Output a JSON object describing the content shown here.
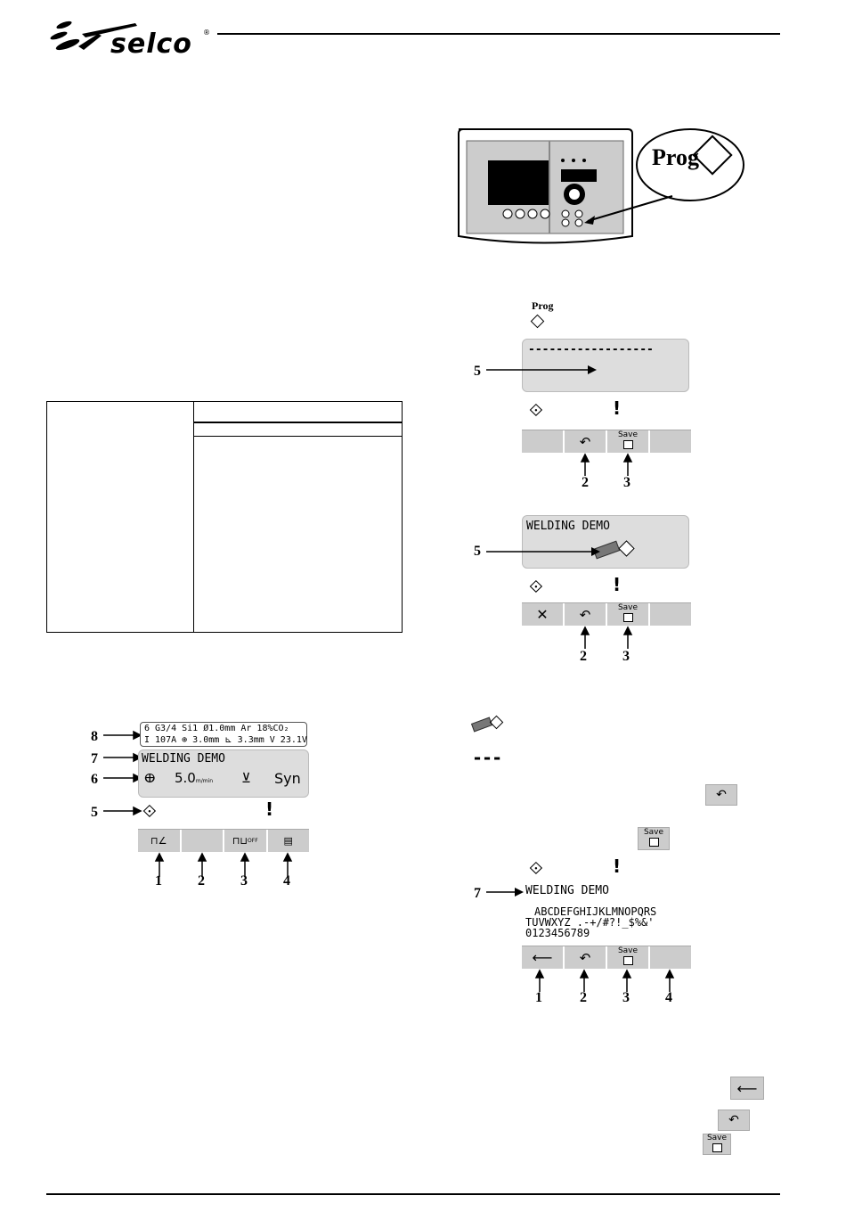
{
  "brand": {
    "name": "selco",
    "reg": "®"
  },
  "prog_key": {
    "label": "Prog"
  },
  "bottom_screen_fig": {
    "line1": "6 G3/4 Si1  Ø1.0mm  Ar 18%CO₂",
    "line2_a": "I 107A",
    "line2_b": "3.0mm",
    "line2_c": "3.3mm",
    "line2_d": "V 23.1V",
    "name": "WELDING DEMO",
    "param_value": "5.0",
    "param_unit": "m/min",
    "syn": "Syn",
    "callouts": [
      "8",
      "7",
      "6",
      "5"
    ],
    "button_numbers": [
      "1",
      "2",
      "3",
      "4"
    ],
    "off_label": "OFF"
  },
  "fig_a": {
    "dashes": "------------------",
    "callout": "5",
    "button_numbers": [
      "2",
      "3"
    ],
    "save_label": "Save"
  },
  "fig_b": {
    "name": "WELDING DEMO",
    "callout": "5",
    "button_numbers": [
      "2",
      "3"
    ],
    "save_label": "Save"
  },
  "legend": {
    "dashes": "---"
  },
  "fig_c": {
    "name": "WELDING DEMO",
    "callout": "7",
    "charset_line1": "ABCDEFGHIJKLMNOPQRS",
    "charset_line2": "TUVWXYZ .-+/#?!_$%&'",
    "charset_line3": "0123456789",
    "button_numbers": [
      "1",
      "2",
      "3",
      "4"
    ],
    "save_label": "Save"
  },
  "colors": {
    "lcd": "#dddddd",
    "button": "#cccccc"
  }
}
